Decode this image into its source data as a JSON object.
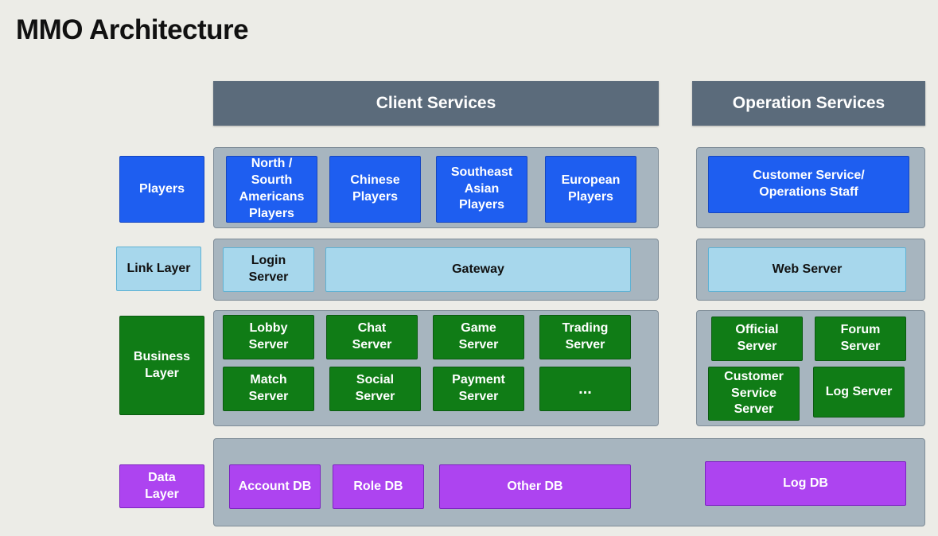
{
  "title": "MMO Architecture",
  "headers": {
    "client": "Client Services",
    "operation": "Operation Services"
  },
  "layers": {
    "players": "Players",
    "link": "Link Layer",
    "business": "Business\nLayer",
    "data": "Data\nLayer"
  },
  "client": {
    "players": [
      "North /\nSourth\nAmericans\nPlayers",
      "Chinese\nPlayers",
      "Southeast\nAsian\nPlayers",
      "European\nPlayers"
    ],
    "link": [
      "Login\nServer",
      "Gateway"
    ],
    "business": [
      "Lobby\nServer",
      "Chat\nServer",
      "Game\nServer",
      "Trading\nServer",
      "Match\nServer",
      "Social\nServer",
      "Payment\nServer",
      "..."
    ]
  },
  "operation": {
    "players": "Customer Service/\nOperations Staff",
    "link": "Web Server",
    "business": [
      "Official\nServer",
      "Forum\nServer",
      "Customer\nService\nServer",
      "Log Server"
    ]
  },
  "data": [
    "Account DB",
    "Role DB",
    "Other DB",
    "Log DB"
  ],
  "colors": {
    "background": "#ecece7",
    "header": "#5b6b7b",
    "panel": "#a7b5bf",
    "players_blue": "#1e5ef0",
    "link_light_blue": "#a7d7ec",
    "business_green": "#107c16",
    "data_purple": "#ad44f0"
  }
}
